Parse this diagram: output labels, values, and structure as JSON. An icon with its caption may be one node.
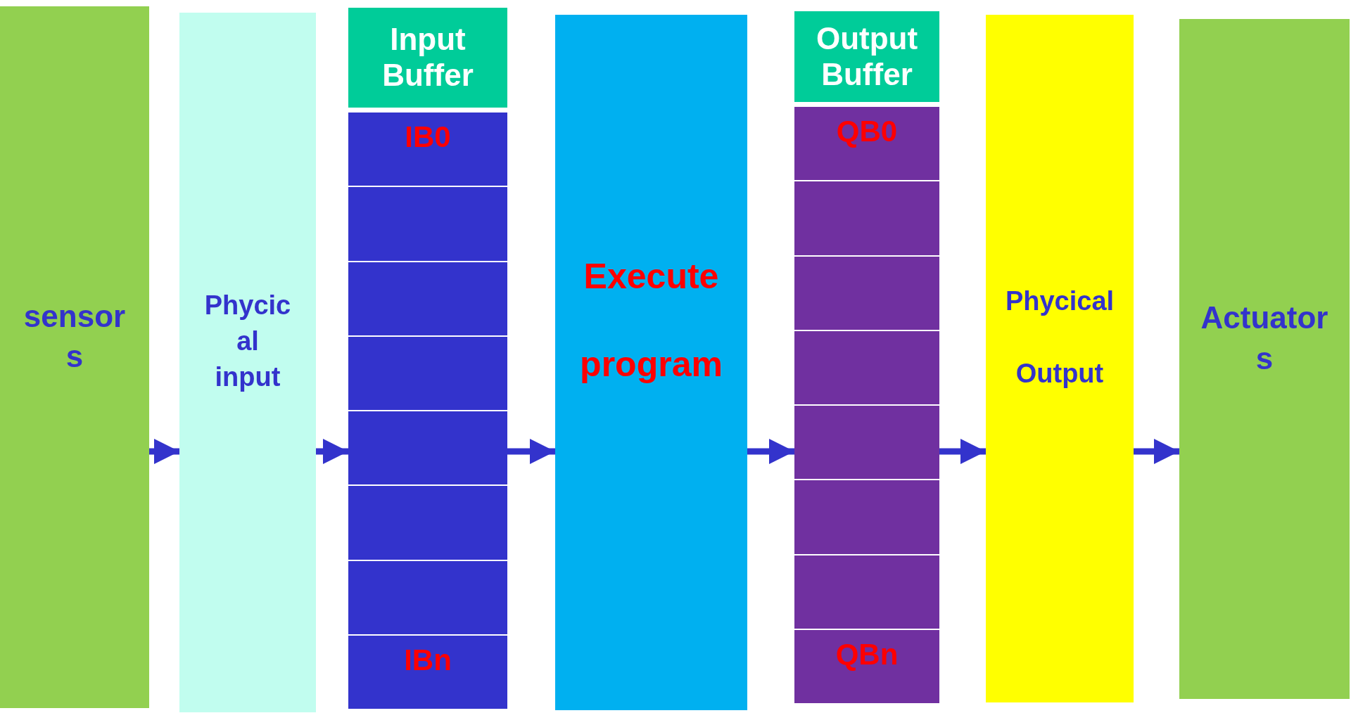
{
  "diagram": {
    "nodes": [
      {
        "text": [
          "sensors"
        ]
      },
      {
        "text": [
          "Phycical input"
        ]
      },
      {
        "text": [
          "Input Buffer"
        ]
      },
      {
        "text": [
          "IB0"
        ],
        "in": 2
      },
      {
        "text": [],
        "shape": "box",
        "in": 2
      },
      {
        "text": [],
        "shape": "box",
        "in": 2
      },
      {
        "text": [],
        "shape": "box",
        "in": 2
      },
      {
        "text": [],
        "shape": "box",
        "in": 2
      },
      {
        "text": [],
        "shape": "box",
        "in": 2
      },
      {
        "text": [],
        "shape": "box",
        "in": 2
      },
      {
        "text": [
          "IBn"
        ],
        "in": 2
      },
      {
        "text": [
          "Execute program"
        ]
      },
      {
        "text": [
          "Output Buffer"
        ]
      },
      {
        "text": [
          "QB0"
        ],
        "in": 12
      },
      {
        "text": [],
        "shape": "box",
        "in": 12
      },
      {
        "text": [],
        "shape": "box",
        "in": 12
      },
      {
        "text": [],
        "shape": "box",
        "in": 12
      },
      {
        "text": [],
        "shape": "box",
        "in": 12
      },
      {
        "text": [],
        "shape": "box",
        "in": 12
      },
      {
        "text": [],
        "shape": "box",
        "in": 12
      },
      {
        "text": [
          "QBn"
        ],
        "in": 12
      },
      {
        "text": [
          "Phycical Output"
        ]
      },
      {
        "text": [
          "Actuators"
        ]
      }
    ],
    "edges": [
      {
        "from": 0,
        "to": 1,
        "arrow": "to"
      },
      {
        "from": 1,
        "to": 2,
        "arrow": "to"
      },
      {
        "from": 2,
        "to": 11,
        "arrow": "to"
      },
      {
        "from": 11,
        "to": 12,
        "arrow": "to"
      },
      {
        "from": 12,
        "to": 21,
        "arrow": "to"
      },
      {
        "from": 21,
        "to": 22,
        "arrow": "to"
      }
    ]
  }
}
